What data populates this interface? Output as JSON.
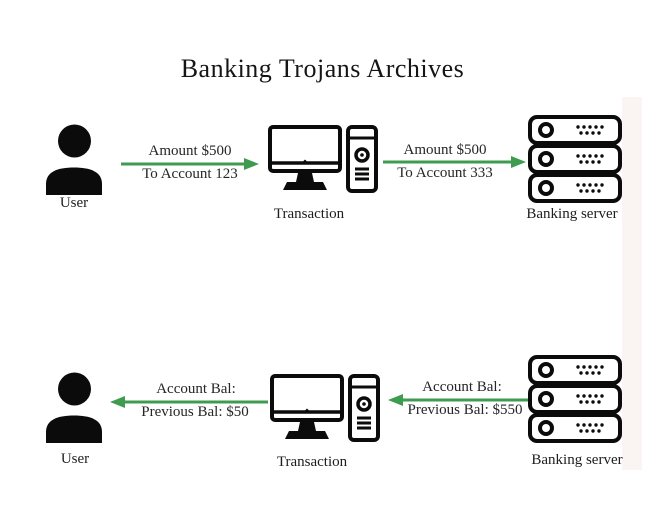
{
  "title": "Banking Trojans Archives",
  "colors": {
    "arrow_green": "#3e9b4f",
    "icon_black": "#0b0b0b",
    "text": "#1d1d1d",
    "right_strip": "#faf5f2"
  },
  "icons": {
    "user": "person-silhouette-icon",
    "transaction": "desktop-computer-icon",
    "server": "server-rack-icon",
    "arrow": "green-flow-arrow"
  },
  "flow_top": {
    "user_label": "User",
    "transaction_label": "Transaction",
    "server_label": "Banking server",
    "user_to_transaction": {
      "line1": "Amount $500",
      "line2": "To Account 123"
    },
    "transaction_to_server": {
      "line1": "Amount $500",
      "line2": "To Account 333"
    }
  },
  "flow_bottom": {
    "user_label": "User",
    "transaction_label": "Transaction",
    "server_label": "Banking server",
    "transaction_to_user": {
      "line1": "Account Bal:",
      "line2": "Previous Bal: $50"
    },
    "server_to_transaction": {
      "line1": "Account Bal:",
      "line2": "Previous Bal: $550"
    }
  }
}
